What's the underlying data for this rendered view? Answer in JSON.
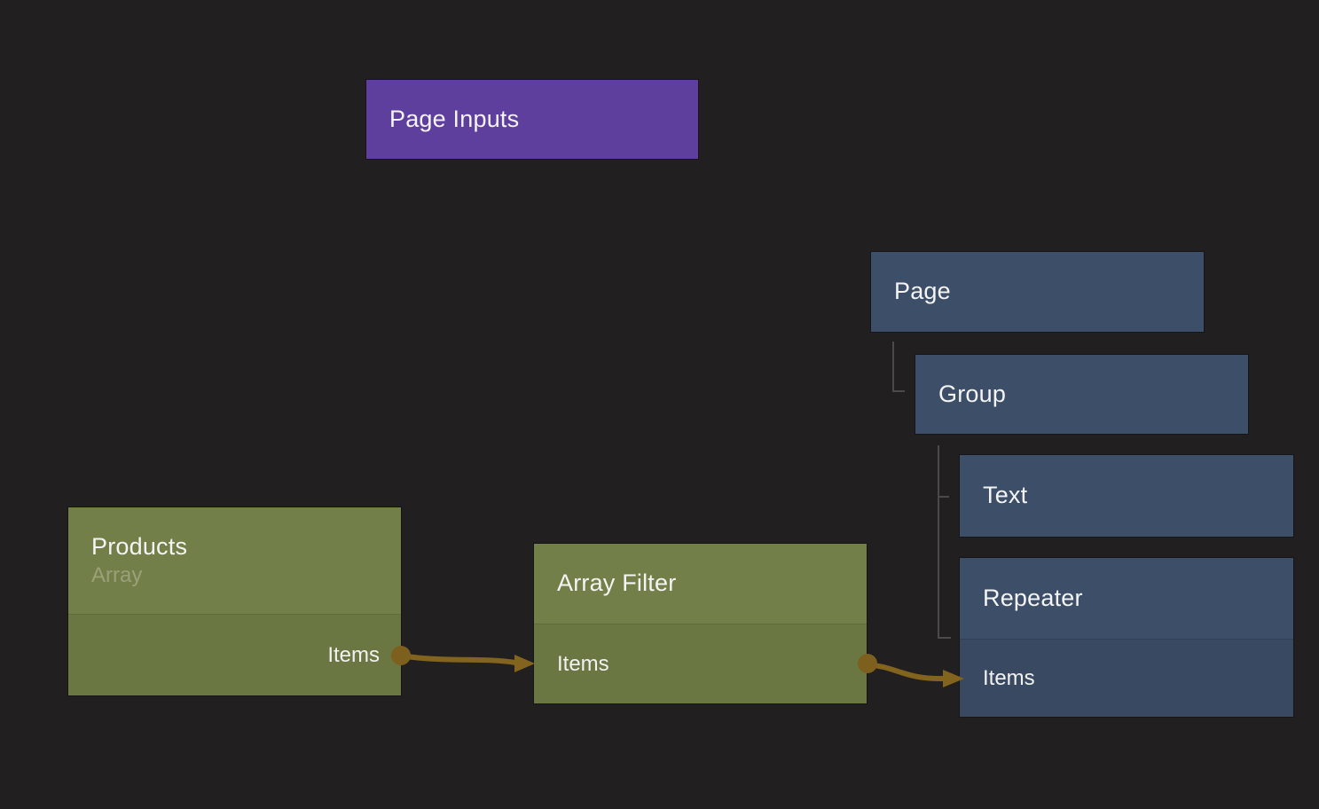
{
  "palette": {
    "background": "#211F1F",
    "purple": "#5F3F9E",
    "blue_header": "#3C4E68",
    "blue_row": "#394961",
    "green_header": "#737F48",
    "green_row": "#6B7742",
    "wire": "#82641F",
    "tree_line": "#4A4A4A",
    "title_text": "#F4F4F4",
    "subtitle_text": "#9AA078"
  },
  "nodes": {
    "page_inputs": {
      "title": "Page Inputs"
    },
    "products": {
      "title": "Products",
      "subtitle": "Array",
      "output_port_label": "Items"
    },
    "array_filter": {
      "title": "Array Filter",
      "port_label": "Items"
    },
    "page": {
      "title": "Page"
    },
    "group": {
      "title": "Group"
    },
    "text_element": {
      "title": "Text"
    },
    "repeater": {
      "title": "Repeater",
      "input_port_label": "Items"
    }
  }
}
